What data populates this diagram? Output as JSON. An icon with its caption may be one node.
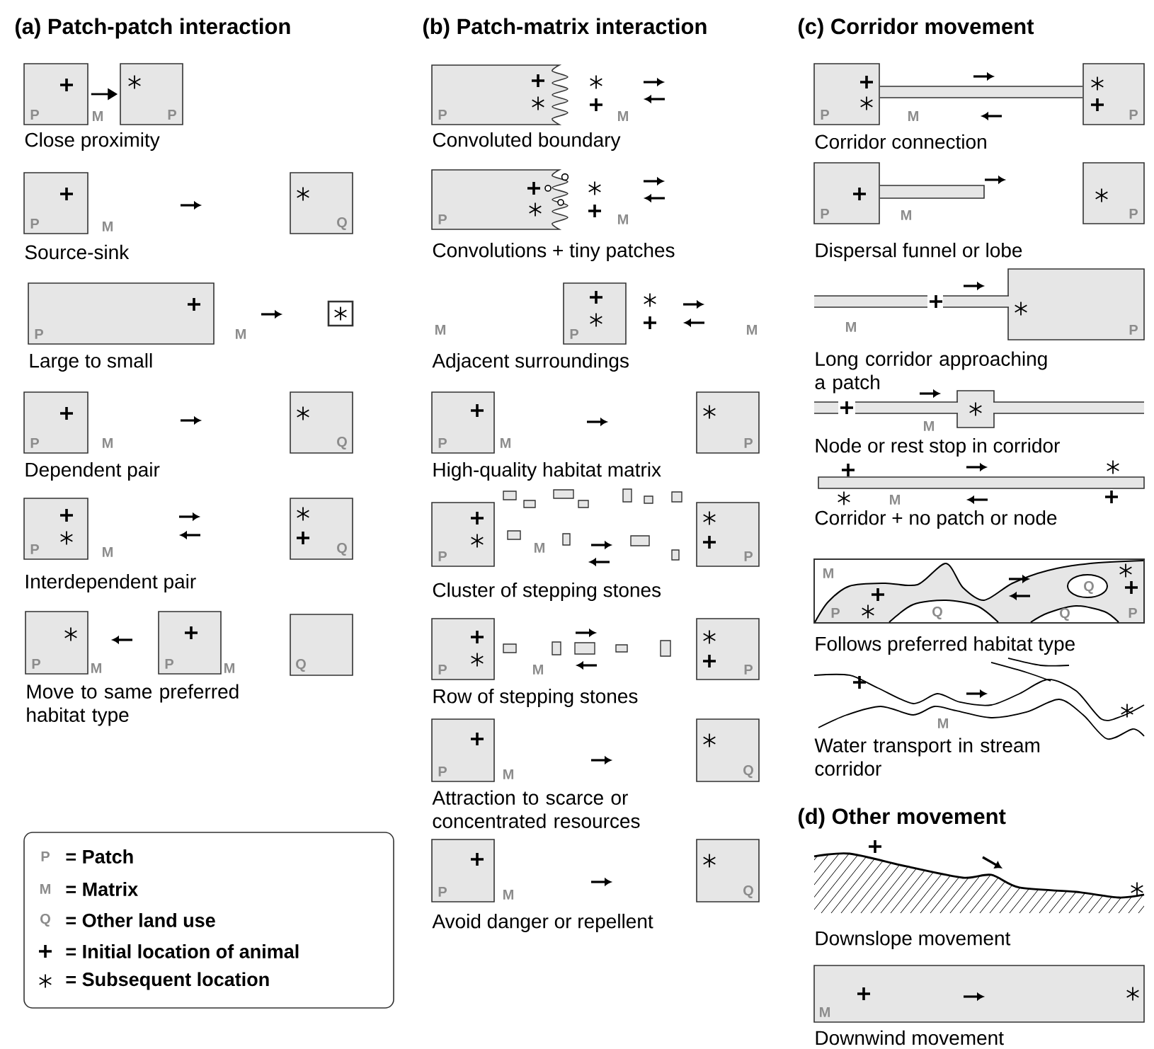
{
  "diagram": {
    "nodes": [
      {
        "text": [
          "P"
        ]
      },
      {
        "text": [
          "P"
        ]
      },
      {
        "text": [
          "P"
        ]
      },
      {
        "text": [
          "Q"
        ]
      },
      {
        "text": [
          "P"
        ]
      },
      {
        "text": [],
        "shape": "box"
      },
      {
        "text": [
          "P"
        ]
      },
      {
        "text": [
          "Q"
        ]
      },
      {
        "text": [
          "P"
        ]
      },
      {
        "text": [
          "Q"
        ]
      },
      {
        "text": [
          "P"
        ]
      },
      {
        "text": [
          "P"
        ]
      },
      {
        "text": [
          "Q"
        ]
      },
      {
        "text": [
          "P"
        ]
      },
      {
        "text": [
          "P"
        ]
      },
      {
        "text": [
          "P"
        ]
      },
      {
        "text": [
          "P"
        ]
      },
      {
        "text": [
          "P"
        ]
      },
      {
        "text": [
          "P"
        ]
      },
      {
        "text": [
          "P"
        ]
      },
      {
        "text": [
          "P"
        ]
      },
      {
        "text": [
          "P"
        ]
      },
      {
        "text": [
          "P"
        ]
      },
      {
        "text": [
          "Q"
        ]
      },
      {
        "text": [
          "P"
        ]
      },
      {
        "text": [
          "Q"
        ]
      },
      {
        "text": [
          "P"
        ]
      },
      {
        "text": [
          "P"
        ]
      },
      {
        "text": [
          "P"
        ]
      },
      {
        "text": [
          "P"
        ]
      },
      {
        "text": [
          "P"
        ]
      },
      {
        "text": [],
        "shape": "box"
      },
      {
        "text": [
          "M",
          "P",
          "Q",
          "Q",
          "Q",
          "P"
        ]
      },
      {
        "text": [
          "M"
        ]
      },
      {
        "text": [
          "P",
          "= Patch",
          "M",
          "= Matrix",
          "Q",
          "= Other land use",
          "= Initial location of animal",
          "= Subsequent location"
        ]
      }
    ],
    "edges": [
      {
        "from": 0,
        "to": 1,
        "arrow": "to"
      }
    ],
    "labels": [
      "(a) Patch-patch interaction",
      "M",
      "Close proximity",
      "M",
      "Source-sink",
      "M",
      "Large to small",
      "M",
      "Dependent pair",
      "M",
      "Interdependent pair",
      "M",
      "M",
      "Move to same preferred habitat type",
      "(b) Patch-matrix interaction",
      "M",
      "Convoluted boundary",
      "M",
      "Convolutions + tiny patches",
      "M",
      "M",
      "Adjacent surroundings",
      "M",
      "High-quality habitat matrix",
      "M",
      "Cluster of stepping stones",
      "M",
      "Row of stepping stones",
      "M",
      "Attraction to scarce or concentrated resources",
      "M",
      "Avoid danger or repellent",
      "(c) Corridor movement",
      "M",
      "Corridor connection",
      "M",
      "Dispersal funnel or lobe",
      "M",
      "Long corridor approaching a patch",
      "M",
      "Node or rest stop in corridor",
      "M",
      "Corridor + no patch or node",
      "Follows preferred habitat type",
      "M",
      "Water transport in stream corridor",
      "(d) Other movement",
      "Downslope movement",
      "Downwind movement"
    ]
  }
}
